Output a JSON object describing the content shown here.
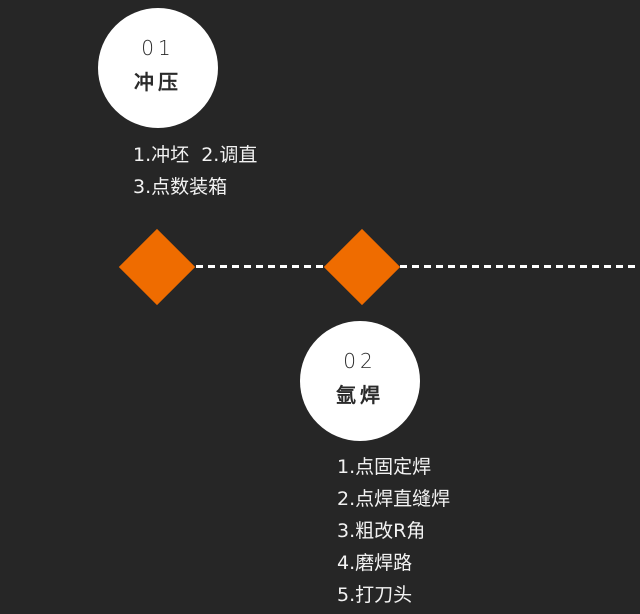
{
  "accent_color": "#ef6c00",
  "steps": [
    {
      "number": "01",
      "title": "冲压",
      "items": [
        "1.冲坯  2.调直",
        "3.点数装箱"
      ]
    },
    {
      "number": "02",
      "title": "氩焊",
      "items": [
        "1.点固定焊",
        "2.点焊直缝焊",
        "3.粗改R角",
        "4.磨焊路",
        "5.打刀头"
      ]
    }
  ]
}
